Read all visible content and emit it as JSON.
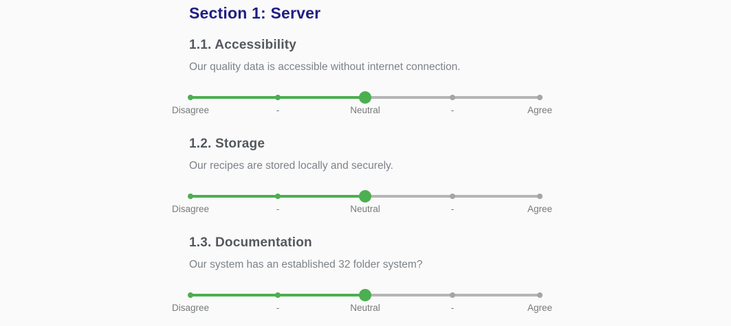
{
  "colors": {
    "background": "#fafafa",
    "accent_green": "#4caf50",
    "rail_gray": "#b5b5b5",
    "dot_gray": "#a5a5a5",
    "title_navy": "#1e1e82",
    "heading_gray": "#54595f",
    "text_gray": "#7d8287",
    "label_gray": "#76797c"
  },
  "section": {
    "title": "Section 1: Server"
  },
  "questions": [
    {
      "number": "1.1.",
      "title": "Accessibility",
      "description": "Our quality data is accessible without internet connection.",
      "slider": {
        "value": "Neutral",
        "position_percent": 50,
        "labels": [
          "Disagree",
          "-",
          "Neutral",
          "-",
          "Agree"
        ]
      }
    },
    {
      "number": "1.2.",
      "title": "Storage",
      "description": "Our recipes are stored locally and securely.",
      "slider": {
        "value": "Neutral",
        "position_percent": 50,
        "labels": [
          "Disagree",
          "-",
          "Neutral",
          "-",
          "Agree"
        ]
      }
    },
    {
      "number": "1.3.",
      "title": "Documentation",
      "description": "Our system has an established 32 folder system?",
      "slider": {
        "value": "Neutral",
        "position_percent": 50,
        "labels": [
          "Disagree",
          "-",
          "Neutral",
          "-",
          "Agree"
        ]
      }
    }
  ]
}
